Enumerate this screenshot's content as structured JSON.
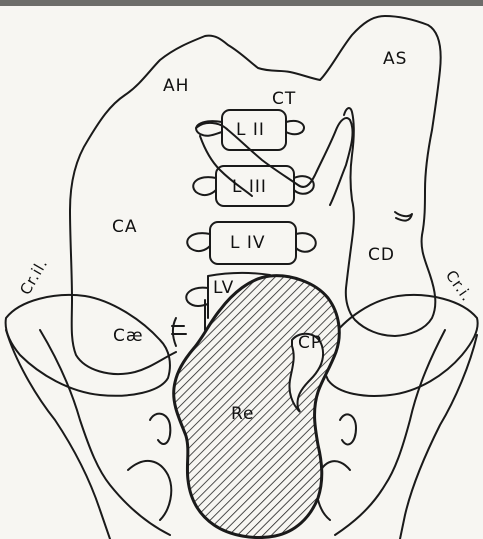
{
  "figure": {
    "labels": {
      "AS": "AS",
      "AH": "AH",
      "CT": "CT",
      "L2": "L II",
      "L3": "L III",
      "L4": "L IV",
      "L5": "LV",
      "CA": "CA",
      "CD": "CD",
      "Cae": "Cæ",
      "CP": "CP",
      "Re": "Re",
      "CrIlLeft": "Cr.il.",
      "CrIlRight": "Cr.i."
    },
    "colors": {
      "ink": "#1a1a1a",
      "paper": "#f7f6f2",
      "hatch": "#222222"
    }
  }
}
